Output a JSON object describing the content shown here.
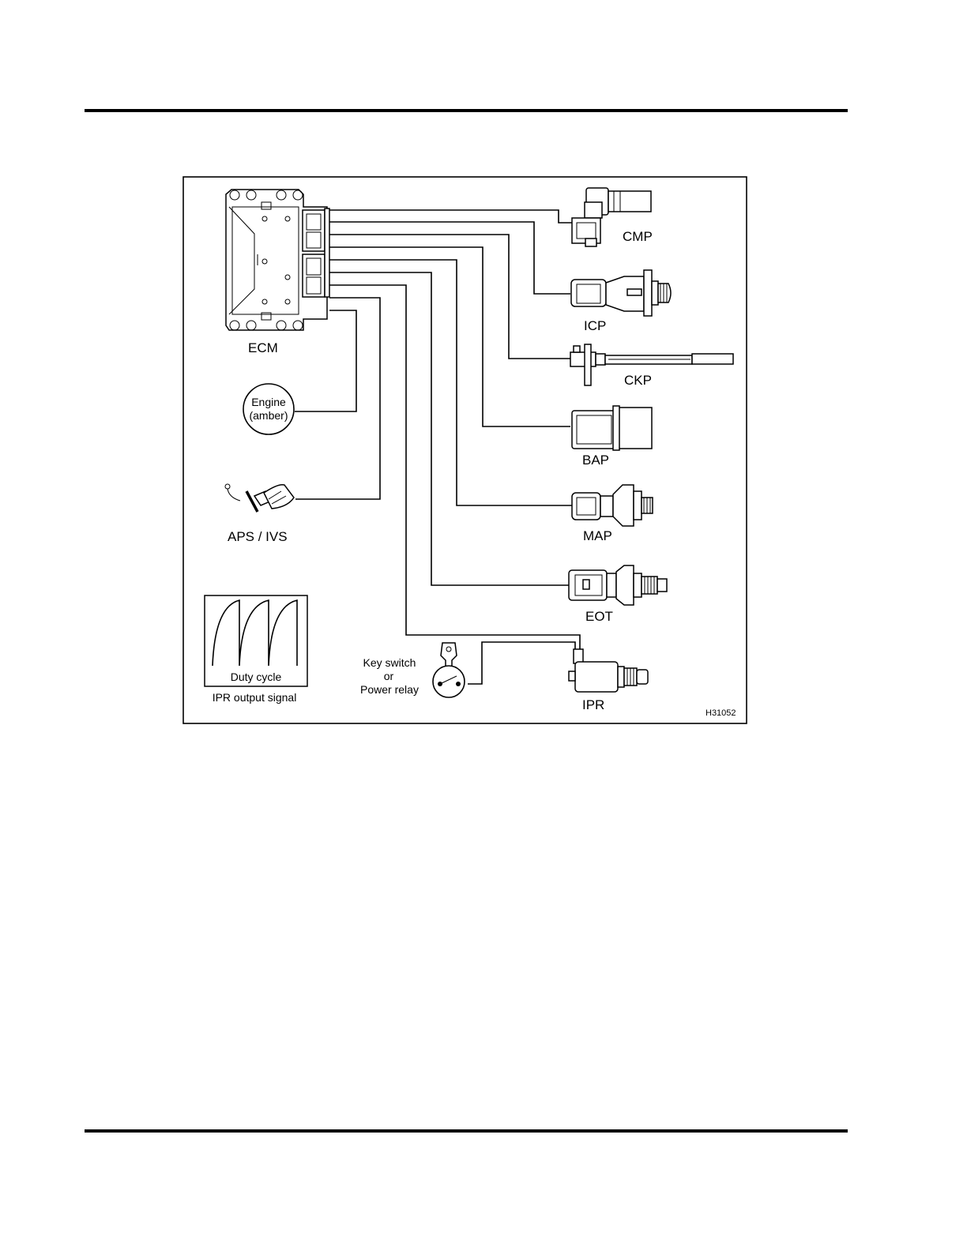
{
  "figure": {
    "id": "H31052",
    "components": {
      "ecm": "ECM",
      "cmp": "CMP",
      "icp": "ICP",
      "ckp": "CKP",
      "bap": "BAP",
      "map": "MAP",
      "eot": "EOT",
      "ipr": "IPR",
      "aps_ivs": "APS / IVS"
    },
    "engine_lamp": {
      "line1": "Engine",
      "line2": "(amber)"
    },
    "key_switch": {
      "line1": "Key switch",
      "line2": "or",
      "line3": "Power relay"
    },
    "duty_cycle": {
      "inner_label": "Duty cycle",
      "caption": "IPR output signal"
    }
  }
}
